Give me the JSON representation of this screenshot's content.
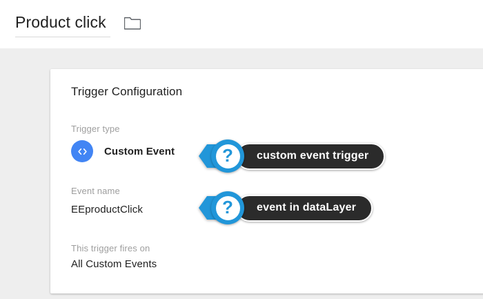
{
  "header": {
    "title": "Product click",
    "folder_icon": "folder-icon"
  },
  "card": {
    "heading": "Trigger Configuration",
    "fields": [
      {
        "label": "Trigger type",
        "icon": "code-brackets-icon",
        "value": "Custom Event"
      },
      {
        "label": "Event name",
        "value": "EEproductClick"
      },
      {
        "label": "This trigger fires on",
        "value": "All Custom Events"
      }
    ]
  },
  "callouts": [
    {
      "badge_glyph": "?",
      "text": "custom event trigger",
      "icon": "question-mark-icon"
    },
    {
      "badge_glyph": "?",
      "text": "event in dataLayer",
      "icon": "question-mark-icon"
    }
  ],
  "colors": {
    "page_background": "#eeeeee",
    "card_background": "#ffffff",
    "type_icon_blue": "#4285f4",
    "callout_blue": "#2196d9",
    "callout_pill_dark": "#2b2b2b",
    "label_gray": "#9e9e9e",
    "text_dark": "#212121"
  }
}
